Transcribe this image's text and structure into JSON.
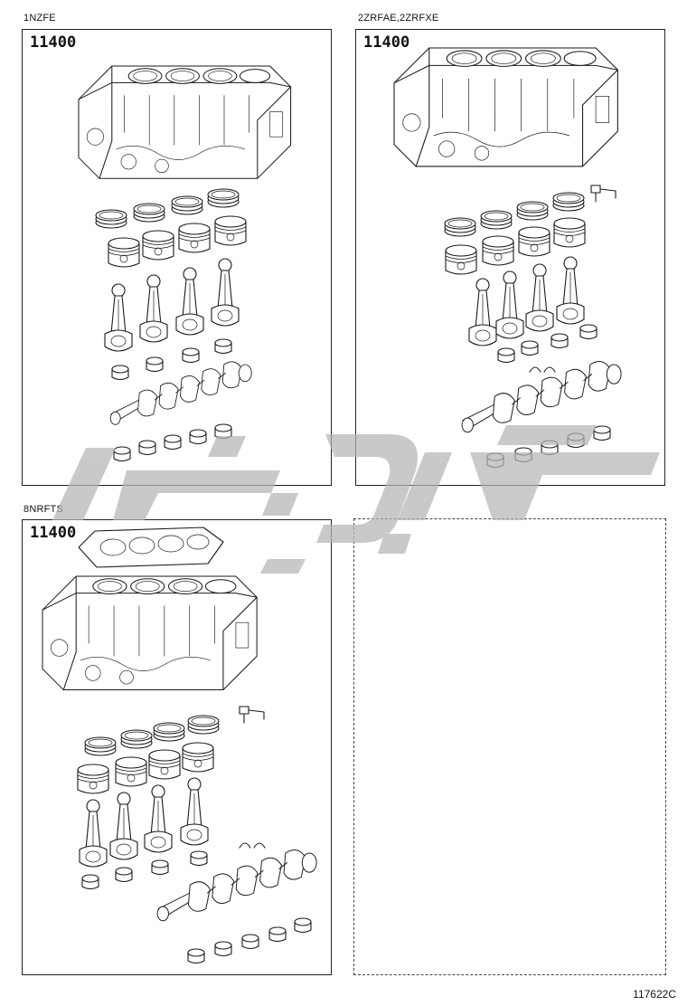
{
  "panels": [
    {
      "engine": "1NZFE",
      "part_number": "11400"
    },
    {
      "engine": "2ZRFAE,2ZRFXE",
      "part_number": "11400"
    },
    {
      "engine": "8NRFTS",
      "part_number": "11400"
    },
    {
      "engine": "",
      "part_number": ""
    }
  ],
  "diagram_code": "117622C",
  "watermark": {
    "color": "#b5b5b5",
    "icon": "persian-logo-watermark"
  }
}
